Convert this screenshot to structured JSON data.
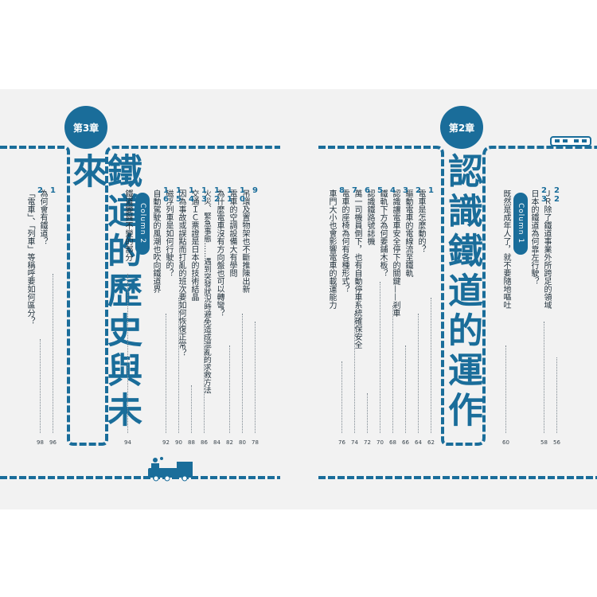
{
  "left_chapter": {
    "badge": "第3章",
    "title": "鐵道的歷史與未來",
    "entries": [
      {
        "num": "1",
        "text": "為何會有鐵道？",
        "page": "96"
      },
      {
        "num": "2",
        "text": "「電車」、「列車」等稱呼要如何區分？",
        "page": "98"
      }
    ]
  },
  "left_toc": [
    {
      "num": "9",
      "text": "吊環及置物架也不斷推陳出新",
      "page": "78"
    },
    {
      "num": "10",
      "text": "電車的空調設備大有學問",
      "page": "80"
    },
    {
      "num": "11",
      "text": "為什麼電車沒有方向盤也可以轉彎？",
      "page": "82"
    },
    {
      "num": "12",
      "text": "火災、緊急事態……遇到突發狀況時避免造成混亂的求救方法",
      "page": "84"
    },
    {
      "num": "13",
      "text": "交通ＩＣ票證是日本的技術結晶",
      "page": "86"
    },
    {
      "num": "14",
      "text": "因為事故或誤點而打亂的班次要如何恢復正常？",
      "page": "88"
    },
    {
      "num": "15",
      "text": "磁浮列車是如何行駛的？",
      "page": "90"
    },
    {
      "num": "16",
      "text": "自動駕駛的風潮也吹向鐵道界",
      "page": "92"
    }
  ],
  "left_column": {
    "badge": "Column 2",
    "text": "鐵道變與不變的部分",
    "page": "94"
  },
  "right_chapter": {
    "badge": "第2章",
    "title": "認識鐵道的運作",
    "entries": [
      {
        "num": "1",
        "text": "電車是怎麼動的？",
        "page": "62"
      },
      {
        "num": "2",
        "text": "驅動電車的電線流至鐵軌",
        "page": "64"
      },
      {
        "num": "3",
        "text": "認識讓電車安全停下的關鍵——剎車",
        "page": "66"
      },
      {
        "num": "4",
        "text": "鐵軌下方為何要鋪木板？",
        "page": "68"
      },
      {
        "num": "5",
        "text": "認識鐵路號誌機",
        "page": "70"
      },
      {
        "num": "6",
        "text": "萬一司機員倒下，也有自動停車系統確保安全",
        "page": "72"
      },
      {
        "num": "7",
        "text": "電車的座椅為何有各種形式？",
        "page": "74"
      },
      {
        "num": "8",
        "text": "車門大小也會影響電車的載運能力",
        "page": "76"
      }
    ]
  },
  "right_column": {
    "badge": "Column 1",
    "text": "既然是成年人了，就不要隨地嘔吐",
    "page": "60"
  },
  "right_top": [
    {
      "num": "22",
      "text": "ＪＲ除了鐵道事業外所跨足的領域",
      "page": "56"
    },
    {
      "num": "23",
      "text": "日本的鐵道為何靠左行駛？",
      "page": "58"
    }
  ],
  "colors": {
    "accent": "#1a6d9a",
    "background": "#f2f2f2"
  },
  "icons": {
    "train_top": "train-icon",
    "locomotive_bottom": "steam-locomotive-icon"
  }
}
